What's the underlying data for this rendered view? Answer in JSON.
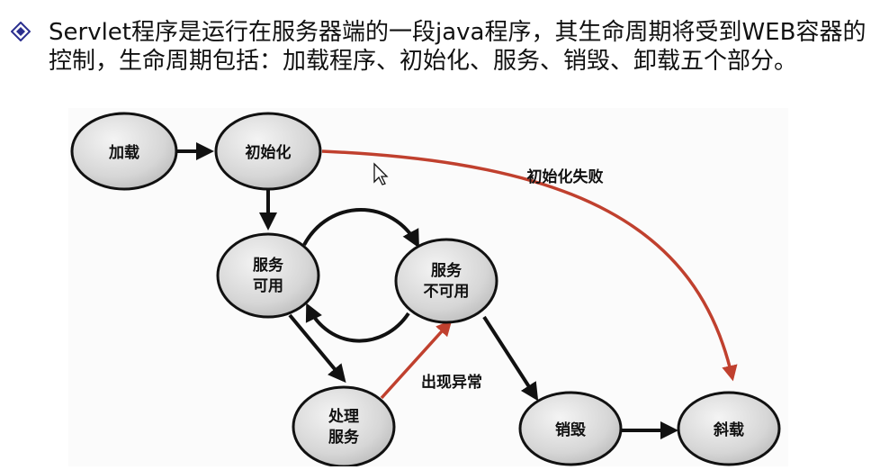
{
  "bullet": {
    "icon": "diamond-bullet-icon",
    "text": "Servlet程序是运行在服务器端的一段java程序，其生命周期将受到WEB容器的控制，生命周期包括：加载程序、初始化、服务、销毁、卸载五个部分。"
  },
  "diagram": {
    "nodes": {
      "load": [
        "加载"
      ],
      "init": [
        "初始化"
      ],
      "available": [
        "服务",
        "可用"
      ],
      "unavailable": [
        "服务",
        "不可用"
      ],
      "process": [
        "处理",
        "服务"
      ],
      "destroy": [
        "销毁"
      ],
      "unload": [
        "斜载"
      ]
    },
    "labels": {
      "init_failed": "初始化失败",
      "exception": "出现异常"
    },
    "colors": {
      "node_fill": "#d9d9d9",
      "arrow_black": "#111111",
      "arrow_red": "#c0402e"
    }
  }
}
